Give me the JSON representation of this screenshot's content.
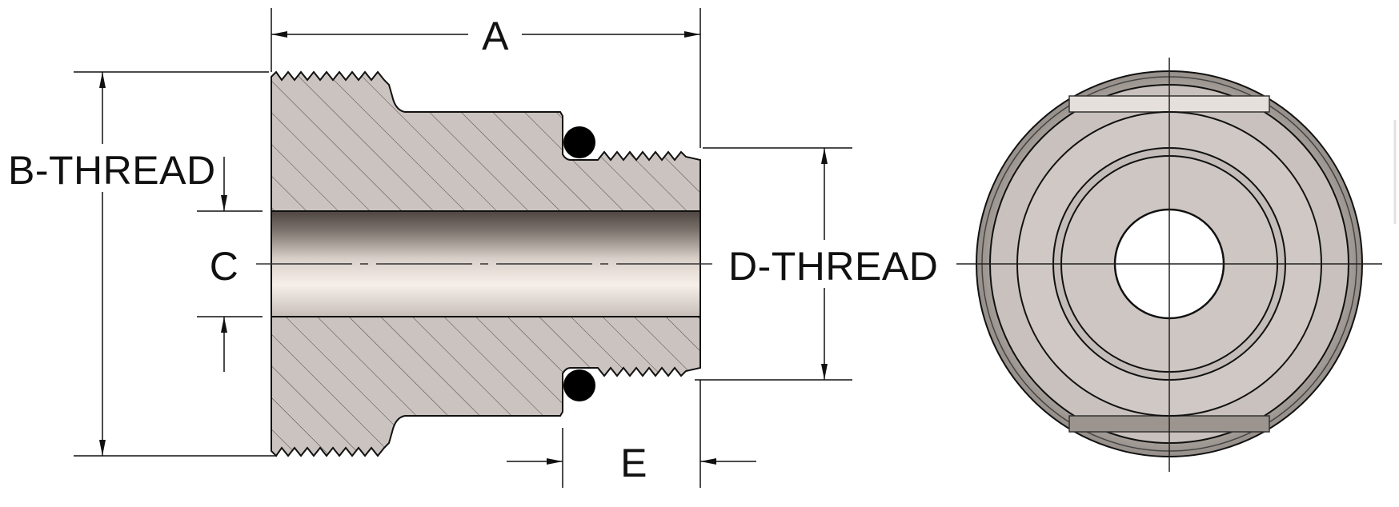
{
  "labels": {
    "a": "A",
    "b_thread": "B-THREAD",
    "c": "C",
    "d_thread": "D-THREAD",
    "e": "E"
  },
  "colors": {
    "section_fill": "#cbc3bf",
    "line": "#111111",
    "oring": "#000000",
    "bore_dark": "#5c5450",
    "bore_light": "#f3ece6",
    "end_view_light": "#d2cbc7",
    "end_view_dark": "#8e8782"
  }
}
